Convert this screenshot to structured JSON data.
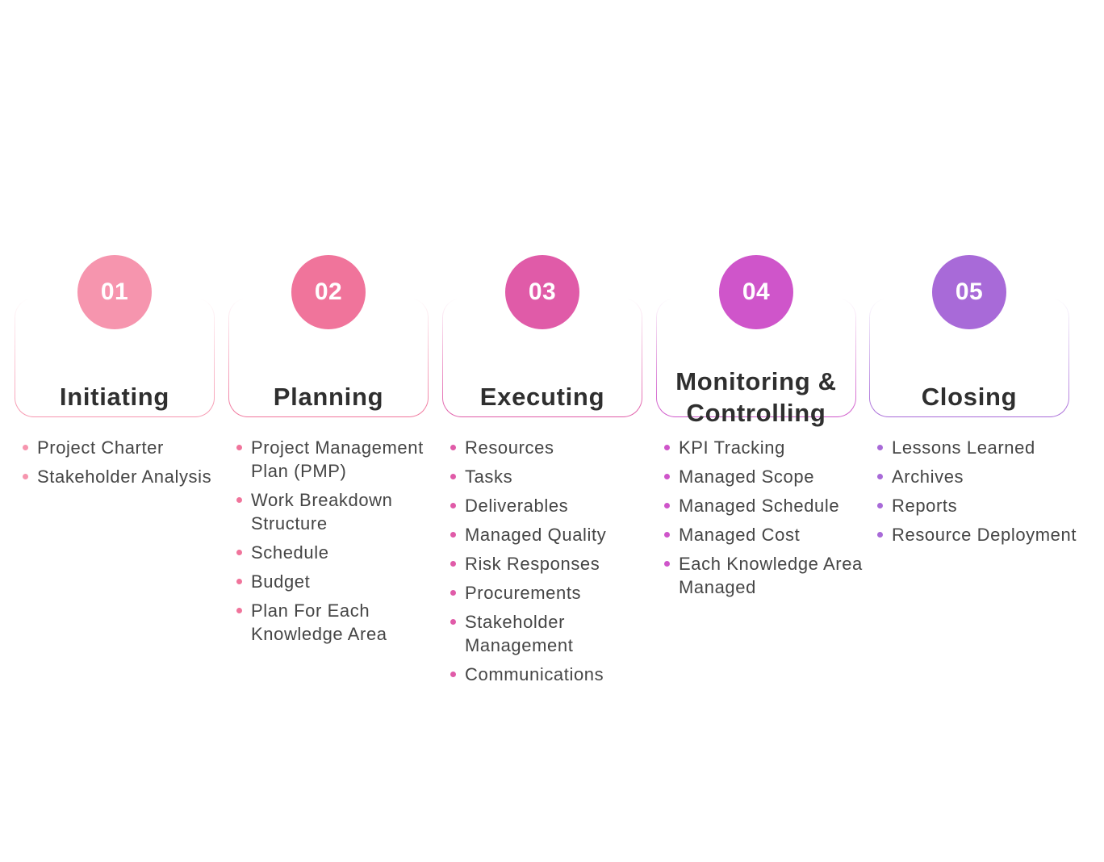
{
  "diagram": {
    "phases": [
      {
        "number": "01",
        "title": "Initiating",
        "items": [
          "Project Charter",
          "Stakeholder Analysis"
        ]
      },
      {
        "number": "02",
        "title": "Planning",
        "items": [
          "Project Management Plan (PMP)",
          "Work Breakdown Structure",
          "Schedule",
          "Budget",
          "Plan For Each Knowledge Area"
        ]
      },
      {
        "number": "03",
        "title": "Executing",
        "items": [
          "Resources",
          "Tasks",
          "Deliverables",
          "Managed Quality",
          "Risk Responses",
          "Procurements",
          "Stakeholder Management",
          "Communications"
        ]
      },
      {
        "number": "04",
        "title": "Monitoring & Controlling",
        "items": [
          "KPI Tracking",
          "Managed Scope",
          "Managed Schedule",
          "Managed Cost",
          "Each Knowledge Area Managed"
        ]
      },
      {
        "number": "05",
        "title": "Closing",
        "items": [
          "Lessons Learned",
          "Archives",
          "Reports",
          "Resource Deployment"
        ]
      }
    ]
  },
  "colors": {
    "phase_01": "#f695ae",
    "phase_02": "#f0749b",
    "phase_03": "#e05ba8",
    "phase_04": "#cf55ca",
    "phase_05": "#a86ad8",
    "title_text": "#2f2f2f",
    "item_text": "#454545"
  }
}
